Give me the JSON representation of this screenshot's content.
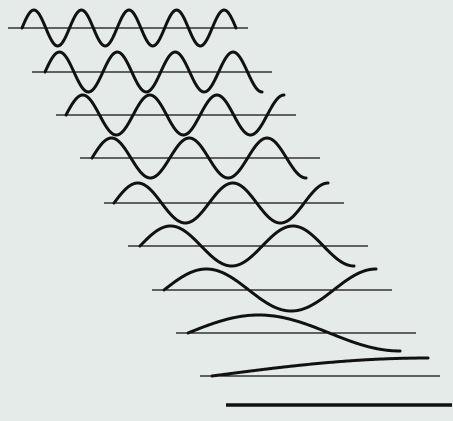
{
  "diagram": {
    "type": "standing-wave-modes",
    "background": "#e4ebe8",
    "line_color": "#111111",
    "mode_count": 9,
    "bottom_line": "solid"
  }
}
